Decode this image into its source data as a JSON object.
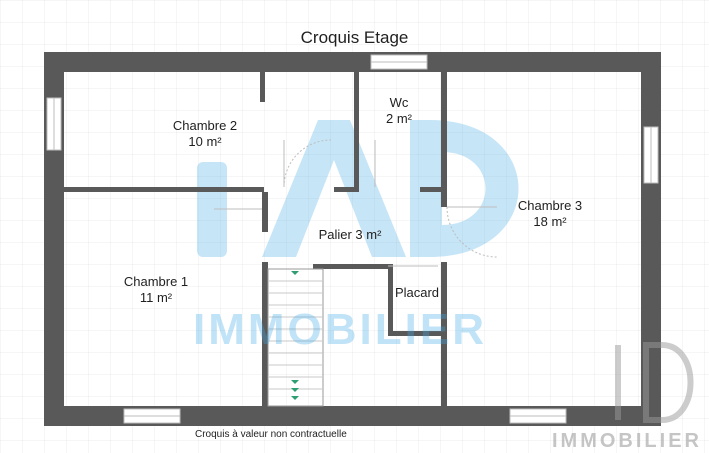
{
  "plan": {
    "title": "Croquis Etage",
    "footer_note": "Croquis à valeur non contractuelle"
  },
  "rooms": [
    {
      "name": "Chambre 2",
      "area": "10 m²"
    },
    {
      "name": "Wc",
      "area": "2 m²"
    },
    {
      "name": "Chambre 3",
      "area": "18 m²"
    },
    {
      "name": "Palier 3 m²"
    },
    {
      "name": "Chambre 1",
      "area": "11 m²"
    },
    {
      "name": "Placard"
    }
  ],
  "watermark": {
    "text": "IMMOBILIER",
    "logo": "iad-logo",
    "corner_text": "IMMOBILIER",
    "color": "#42aae6"
  },
  "colors": {
    "wall": "#595959",
    "background": "#ffffff",
    "stair_arrow": "#2e9e70"
  }
}
